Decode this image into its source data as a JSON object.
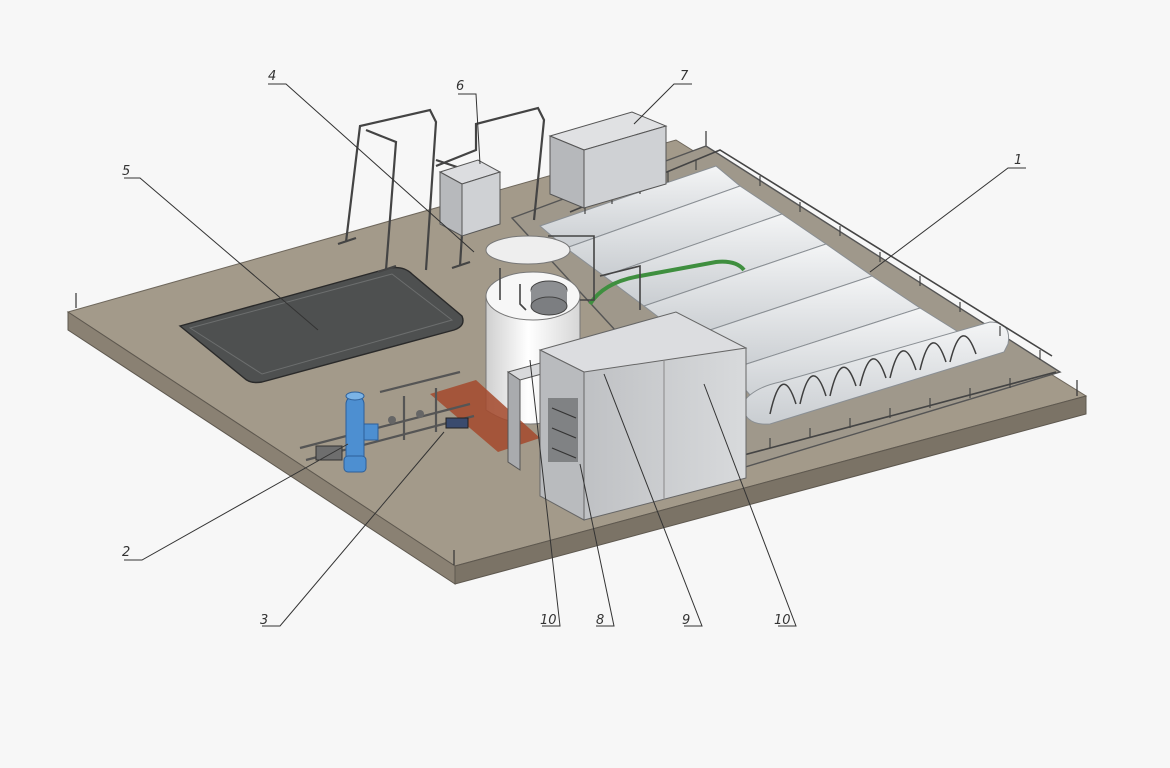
{
  "diagram": {
    "callouts": [
      {
        "id": "c1",
        "label": "1"
      },
      {
        "id": "c2",
        "label": "2"
      },
      {
        "id": "c3",
        "label": "3"
      },
      {
        "id": "c4",
        "label": "4"
      },
      {
        "id": "c5",
        "label": "5"
      },
      {
        "id": "c6",
        "label": "6"
      },
      {
        "id": "c7",
        "label": "7"
      },
      {
        "id": "c8",
        "label": "8"
      },
      {
        "id": "c9",
        "label": "9"
      },
      {
        "id": "c10a",
        "label": "10"
      },
      {
        "id": "c10b",
        "label": "10"
      }
    ],
    "colors": {
      "slab_top": "#a39a8a",
      "slab_front": "#8a8173",
      "slab_side": "#7b7366",
      "bags": "#e3e6e9",
      "tarp": "#4e5050",
      "tank": "#f1f1f1",
      "cabinet": "#c9cbce",
      "pump": "#4d8fd1",
      "hose": "#3f8f3f",
      "rust_frame": "#a5492c"
    }
  }
}
